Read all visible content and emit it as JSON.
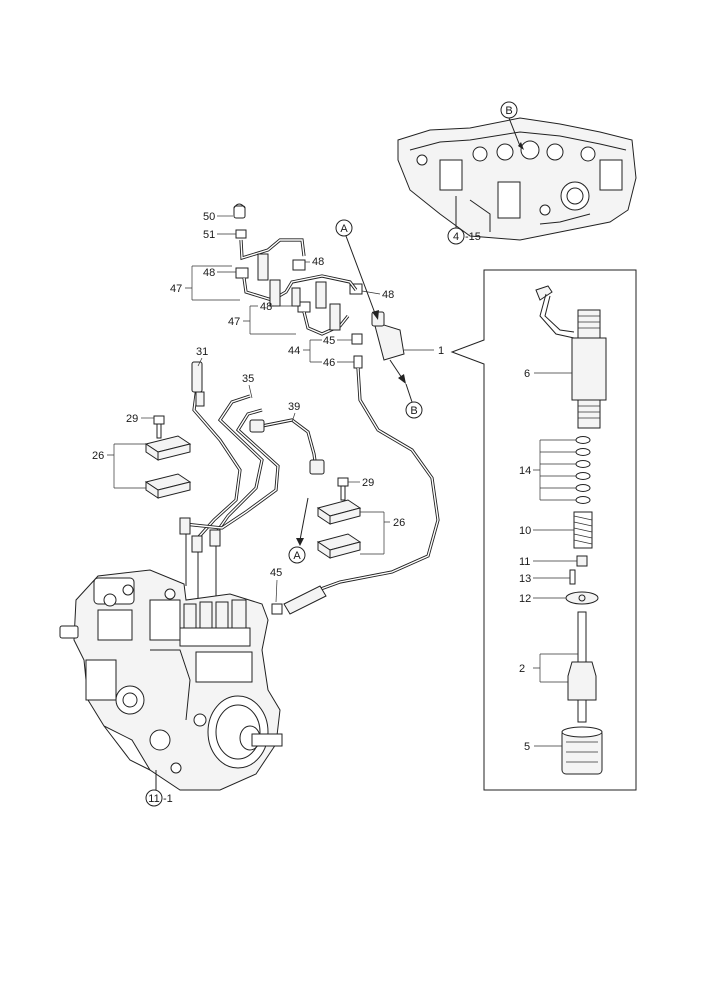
{
  "callouts": {
    "c50": "50",
    "c51": "51",
    "c48a": "48",
    "c48b": "48",
    "c48c": "48",
    "c48d": "48",
    "c47a": "47",
    "c47b": "47",
    "c45a": "45",
    "c45b": "45",
    "c44": "44",
    "c46": "46",
    "c1": "1",
    "c31": "31",
    "c35": "35",
    "c39": "39",
    "c29a": "29",
    "c29b": "29",
    "c26a": "26",
    "c26b": "26",
    "c6": "6",
    "c14": "14",
    "c10": "10",
    "c11": "11",
    "c13": "13",
    "c12": "12",
    "c2": "2",
    "c5": "5"
  },
  "refs": {
    "head_circle": "4",
    "head_suffix": "-15",
    "pump_circle": "11",
    "pump_suffix": "-1",
    "letter_a": "A",
    "letter_b": "B"
  }
}
